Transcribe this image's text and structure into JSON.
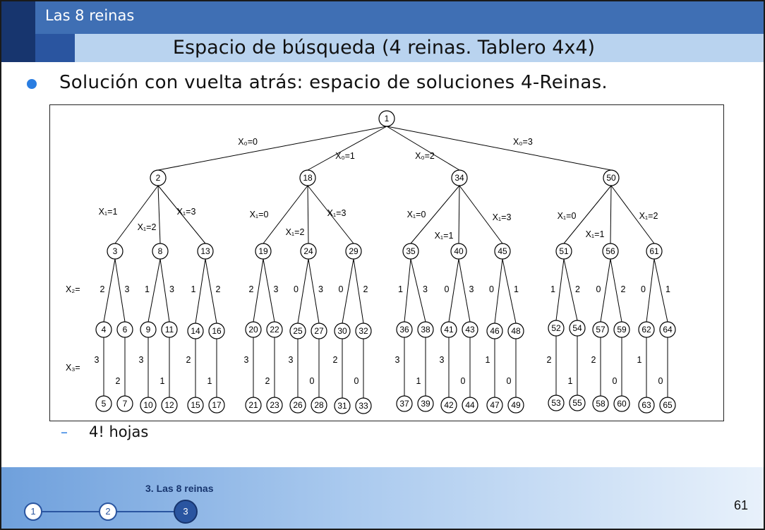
{
  "header": {
    "section_title": "Las 8 reinas",
    "slide_title": "Espacio de búsqueda (4 reinas. Tablero 4x4)"
  },
  "bullet": {
    "main": "Solución con vuelta atrás: espacio de soluciones 4-Reinas.",
    "sub_marker": "–",
    "sub": "4! hojas"
  },
  "tree": {
    "root": "1",
    "level1": [
      {
        "id": "2",
        "edge": "X₀=0"
      },
      {
        "id": "18",
        "edge": "X₀=1"
      },
      {
        "id": "34",
        "edge": "X₀=2"
      },
      {
        "id": "50",
        "edge": "X₀=3"
      }
    ],
    "level2": [
      {
        "id": "3",
        "parent": 0,
        "edge": "X₁=1"
      },
      {
        "id": "8",
        "parent": 0,
        "edge": "X₁=2"
      },
      {
        "id": "13",
        "parent": 0,
        "edge": "X₁=3"
      },
      {
        "id": "19",
        "parent": 1,
        "edge": "X₁=0"
      },
      {
        "id": "24",
        "parent": 1,
        "edge": "X₁=2"
      },
      {
        "id": "29",
        "parent": 1,
        "edge": "X₁=3"
      },
      {
        "id": "35",
        "parent": 2,
        "edge": "X₁=0"
      },
      {
        "id": "40",
        "parent": 2,
        "edge": "X₁=1"
      },
      {
        "id": "45",
        "parent": 2,
        "edge": "X₁=3"
      },
      {
        "id": "51",
        "parent": 3,
        "edge": "X₁=0"
      },
      {
        "id": "56",
        "parent": 3,
        "edge": "X₁=1"
      },
      {
        "id": "61",
        "parent": 3,
        "edge": "X₁=2"
      }
    ],
    "level3": [
      {
        "id": "4",
        "edge": "2"
      },
      {
        "id": "6",
        "edge": "3"
      },
      {
        "id": "9",
        "edge": "1"
      },
      {
        "id": "11",
        "edge": "3"
      },
      {
        "id": "14",
        "edge": "1"
      },
      {
        "id": "16",
        "edge": "2"
      },
      {
        "id": "20",
        "edge": "2"
      },
      {
        "id": "22",
        "edge": "3"
      },
      {
        "id": "25",
        "edge": "0"
      },
      {
        "id": "27",
        "edge": "3"
      },
      {
        "id": "30",
        "edge": "0"
      },
      {
        "id": "32",
        "edge": "2"
      },
      {
        "id": "36",
        "edge": "1"
      },
      {
        "id": "38",
        "edge": "3"
      },
      {
        "id": "41",
        "edge": "0"
      },
      {
        "id": "43",
        "edge": "3"
      },
      {
        "id": "46",
        "edge": "0"
      },
      {
        "id": "48",
        "edge": "1"
      },
      {
        "id": "52",
        "edge": "1"
      },
      {
        "id": "54",
        "edge": "2"
      },
      {
        "id": "57",
        "edge": "0"
      },
      {
        "id": "59",
        "edge": "2"
      },
      {
        "id": "62",
        "edge": "0"
      },
      {
        "id": "64",
        "edge": "1"
      }
    ],
    "level4": [
      {
        "id": "5",
        "edge": "3"
      },
      {
        "id": "7",
        "edge": "2"
      },
      {
        "id": "10",
        "edge": "3"
      },
      {
        "id": "12",
        "edge": "1"
      },
      {
        "id": "15",
        "edge": "2"
      },
      {
        "id": "17",
        "edge": "1"
      },
      {
        "id": "21",
        "edge": "3"
      },
      {
        "id": "23",
        "edge": "2"
      },
      {
        "id": "26",
        "edge": "3"
      },
      {
        "id": "28",
        "edge": "0"
      },
      {
        "id": "31",
        "edge": "2"
      },
      {
        "id": "33",
        "edge": "0"
      },
      {
        "id": "37",
        "edge": "3"
      },
      {
        "id": "39",
        "edge": "1"
      },
      {
        "id": "42",
        "edge": "3"
      },
      {
        "id": "44",
        "edge": "0"
      },
      {
        "id": "47",
        "edge": "1"
      },
      {
        "id": "49",
        "edge": "0"
      },
      {
        "id": "53",
        "edge": "2"
      },
      {
        "id": "55",
        "edge": "1"
      },
      {
        "id": "58",
        "edge": "2"
      },
      {
        "id": "60",
        "edge": "0"
      },
      {
        "id": "63",
        "edge": "1"
      },
      {
        "id": "65",
        "edge": "0"
      }
    ],
    "level3_label": "X₂=",
    "level4_label": "X₃="
  },
  "footer": {
    "section": "3. Las 8 reinas",
    "steps": [
      "1",
      "2",
      "3"
    ],
    "page_number": "61"
  }
}
